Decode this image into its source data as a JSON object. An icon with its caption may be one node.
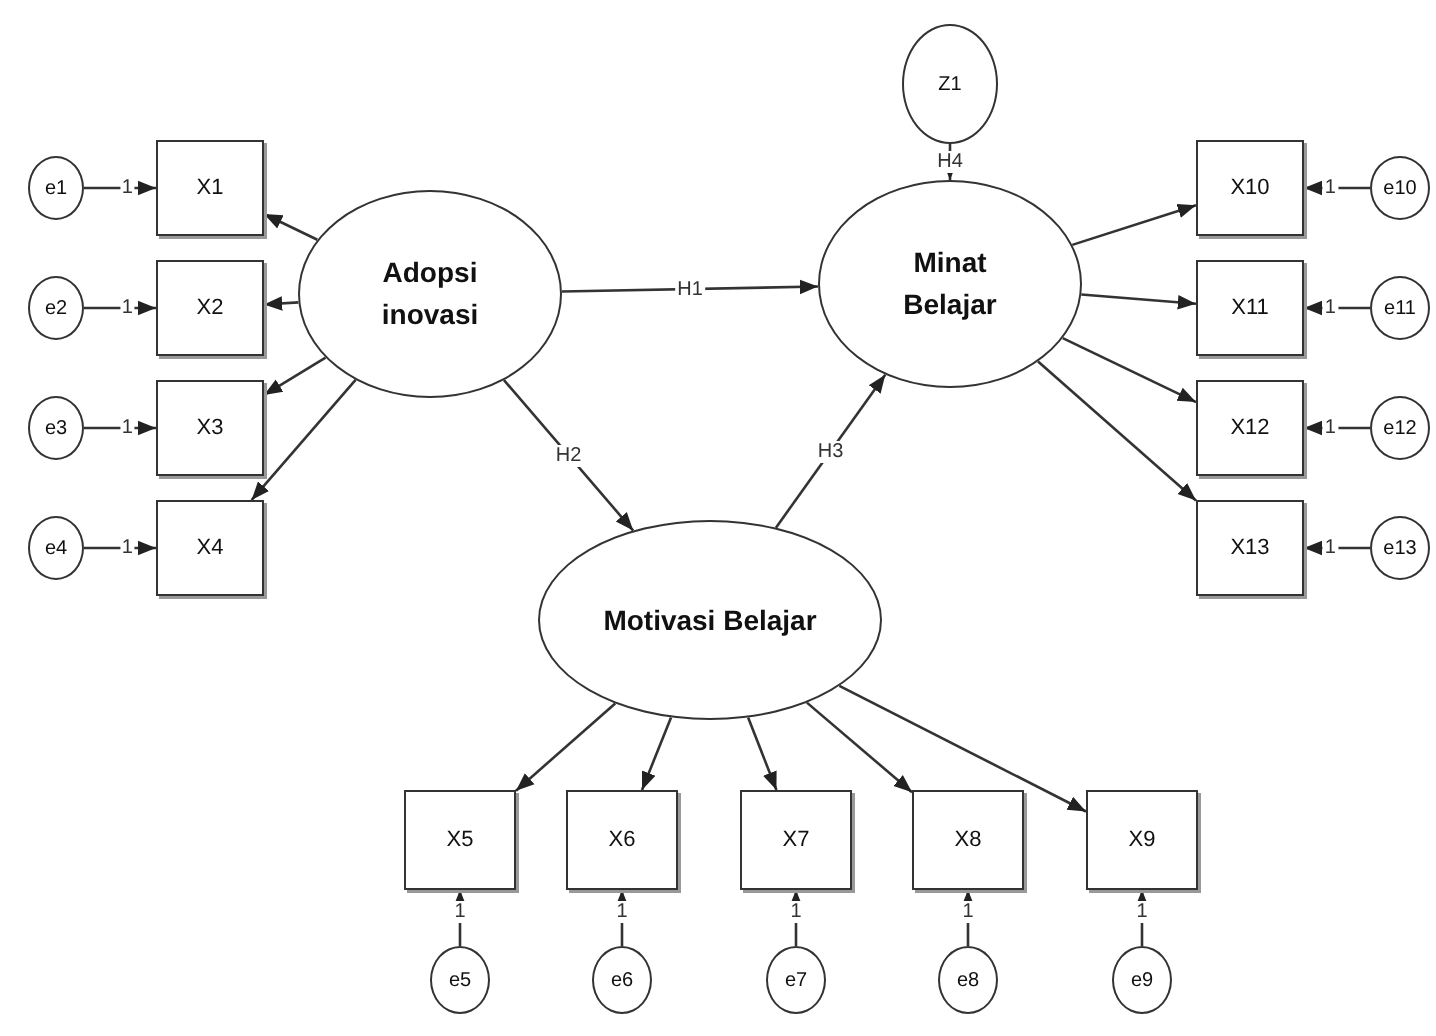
{
  "diagram": {
    "nodes": [
      {
        "text": [
          "Adopsi inovasi"
        ]
      },
      {
        "text": [
          "Minat Belajar"
        ]
      },
      {
        "text": [
          "Motivasi Belajar"
        ]
      },
      {
        "text": [
          "Z1"
        ]
      },
      {
        "text": [
          "X1"
        ]
      },
      {
        "text": [
          "X2"
        ]
      },
      {
        "text": [
          "X3"
        ]
      },
      {
        "text": [
          "X4"
        ]
      },
      {
        "text": [
          "e1"
        ]
      },
      {
        "text": [
          "e2"
        ]
      },
      {
        "text": [
          "e3"
        ]
      },
      {
        "text": [
          "e4"
        ]
      },
      {
        "text": [
          "X5"
        ]
      },
      {
        "text": [
          "X6"
        ]
      },
      {
        "text": [
          "X7"
        ]
      },
      {
        "text": [
          "X8"
        ]
      },
      {
        "text": [
          "X9"
        ]
      },
      {
        "text": [
          "e5"
        ]
      },
      {
        "text": [
          "e6"
        ]
      },
      {
        "text": [
          "e7"
        ]
      },
      {
        "text": [
          "e8"
        ]
      },
      {
        "text": [
          "e9"
        ]
      },
      {
        "text": [
          "X10"
        ]
      },
      {
        "text": [
          "X11"
        ]
      },
      {
        "text": [
          "X12"
        ]
      },
      {
        "text": [
          "X13"
        ]
      },
      {
        "text": [
          "e10"
        ]
      },
      {
        "text": [
          "e11"
        ]
      },
      {
        "text": [
          "e12"
        ]
      },
      {
        "text": [
          "e13"
        ]
      }
    ],
    "edges": [
      {
        "from": 0,
        "to": 4,
        "arrow": "to"
      },
      {
        "from": 0,
        "to": 5,
        "arrow": "to"
      },
      {
        "from": 0,
        "to": 6,
        "arrow": "to"
      },
      {
        "from": 0,
        "to": 7,
        "arrow": "to"
      },
      {
        "from": 8,
        "to": 4,
        "arrow": "to",
        "label": "1"
      },
      {
        "from": 9,
        "to": 5,
        "arrow": "to",
        "label": "1"
      },
      {
        "from": 10,
        "to": 6,
        "arrow": "to",
        "label": "1"
      },
      {
        "from": 11,
        "to": 7,
        "arrow": "to",
        "label": "1"
      },
      {
        "from": 2,
        "to": 12,
        "arrow": "to"
      },
      {
        "from": 2,
        "to": 13,
        "arrow": "to"
      },
      {
        "from": 2,
        "to": 14,
        "arrow": "to"
      },
      {
        "from": 2,
        "to": 15,
        "arrow": "to"
      },
      {
        "from": 2,
        "to": 16,
        "arrow": "to"
      },
      {
        "from": 17,
        "to": 12,
        "arrow": "to",
        "label": "1"
      },
      {
        "from": 18,
        "to": 13,
        "arrow": "to",
        "label": "1"
      },
      {
        "from": 19,
        "to": 14,
        "arrow": "to",
        "label": "1"
      },
      {
        "from": 20,
        "to": 15,
        "arrow": "to",
        "label": "1"
      },
      {
        "from": 21,
        "to": 16,
        "arrow": "to",
        "label": "1"
      },
      {
        "from": 1,
        "to": 22,
        "arrow": "to"
      },
      {
        "from": 1,
        "to": 23,
        "arrow": "to"
      },
      {
        "from": 1,
        "to": 24,
        "arrow": "to"
      },
      {
        "from": 1,
        "to": 25,
        "arrow": "to"
      },
      {
        "from": 26,
        "to": 22,
        "arrow": "to",
        "label": "1"
      },
      {
        "from": 27,
        "to": 23,
        "arrow": "to",
        "label": "1"
      },
      {
        "from": 28,
        "to": 24,
        "arrow": "to",
        "label": "1"
      },
      {
        "from": 29,
        "to": 25,
        "arrow": "to",
        "label": "1"
      },
      {
        "from": 0,
        "to": 1,
        "arrow": "to",
        "label": "H1"
      },
      {
        "from": 0,
        "to": 2,
        "arrow": "to",
        "label": "H2"
      },
      {
        "from": 2,
        "to": 1,
        "arrow": "to",
        "label": "H3"
      },
      {
        "from": 3,
        "to": 1,
        "arrow": "to",
        "label": "H4"
      }
    ]
  }
}
